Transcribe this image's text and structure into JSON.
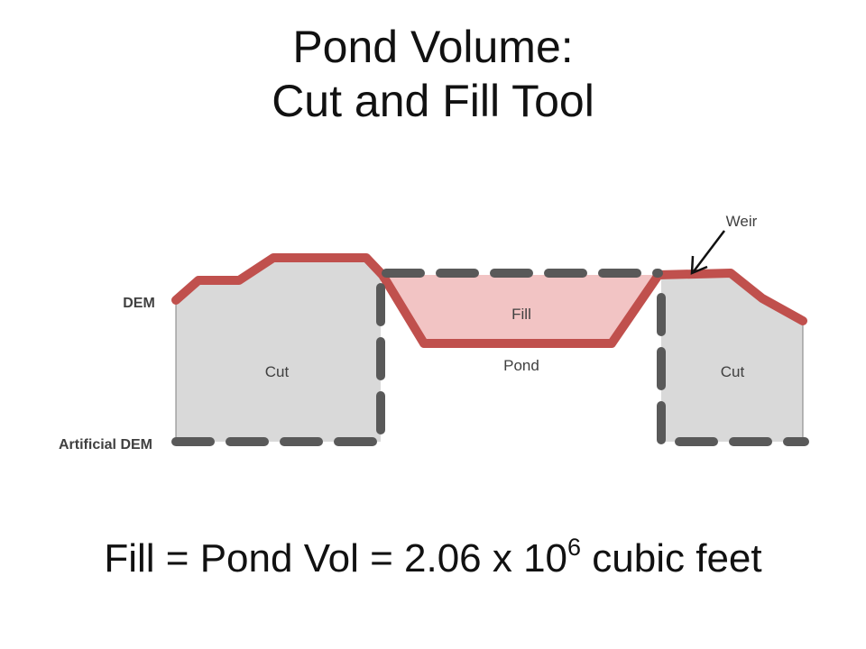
{
  "title": {
    "line1": "Pond Volume:",
    "line2": "Cut and Fill Tool"
  },
  "diagram": {
    "labels": {
      "weir": "Weir",
      "dem": "DEM",
      "artificial_dem": "Artificial DEM",
      "fill": "Fill",
      "pond": "Pond",
      "cut_left": "Cut",
      "cut_right": "Cut"
    },
    "colors": {
      "dem_line": "#c0504d",
      "artificial_dem_line": "#595959",
      "cut_area": "#d9d9d9",
      "fill_area": "#f2c4c4",
      "label_text": "#404040"
    }
  },
  "formula": {
    "text": "Fill = Pond Vol = 2.06 x 10",
    "exponent": "6",
    "unit": " cubic feet"
  }
}
